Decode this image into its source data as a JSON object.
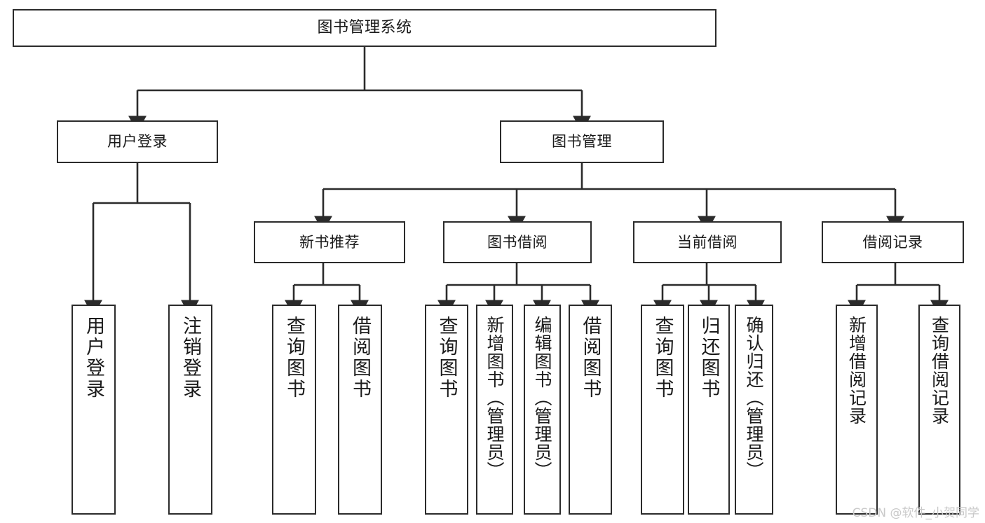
{
  "diagram": {
    "title": "图书管理系统",
    "type": "tree-hierarchy",
    "watermark": "CSDN @软件_小贺同学",
    "colors": {
      "background": "#ffffff",
      "box_border": "#2b2b2b",
      "box_fill": "#ffffff",
      "text": "#1a1a1a",
      "edge": "#2b2b2b",
      "watermark": "#c9c9c9"
    },
    "nodes": {
      "root": {
        "label": "图书管理系统"
      },
      "level2": [
        {
          "label": "用户登录"
        },
        {
          "label": "图书管理"
        }
      ],
      "level3": [
        {
          "label": "新书推荐"
        },
        {
          "label": "图书借阅"
        },
        {
          "label": "当前借阅"
        },
        {
          "label": "借阅记录"
        }
      ],
      "leaves": {
        "user_login": [
          {
            "label": "用户登录"
          },
          {
            "label": "注销登录"
          }
        ],
        "new_book_recommend": [
          {
            "label": "查询图书"
          },
          {
            "label": "借阅图书"
          }
        ],
        "book_borrow": [
          {
            "label": "查询图书"
          },
          {
            "label": "新增图书（管理员）"
          },
          {
            "label": "编辑图书（管理员）"
          },
          {
            "label": "借阅图书"
          }
        ],
        "current_borrow": [
          {
            "label": "查询图书"
          },
          {
            "label": "归还图书"
          },
          {
            "label": "确认归还（管理员）"
          }
        ],
        "borrow_record": [
          {
            "label": "新增借阅记录"
          },
          {
            "label": "查询借阅记录"
          }
        ]
      }
    }
  }
}
